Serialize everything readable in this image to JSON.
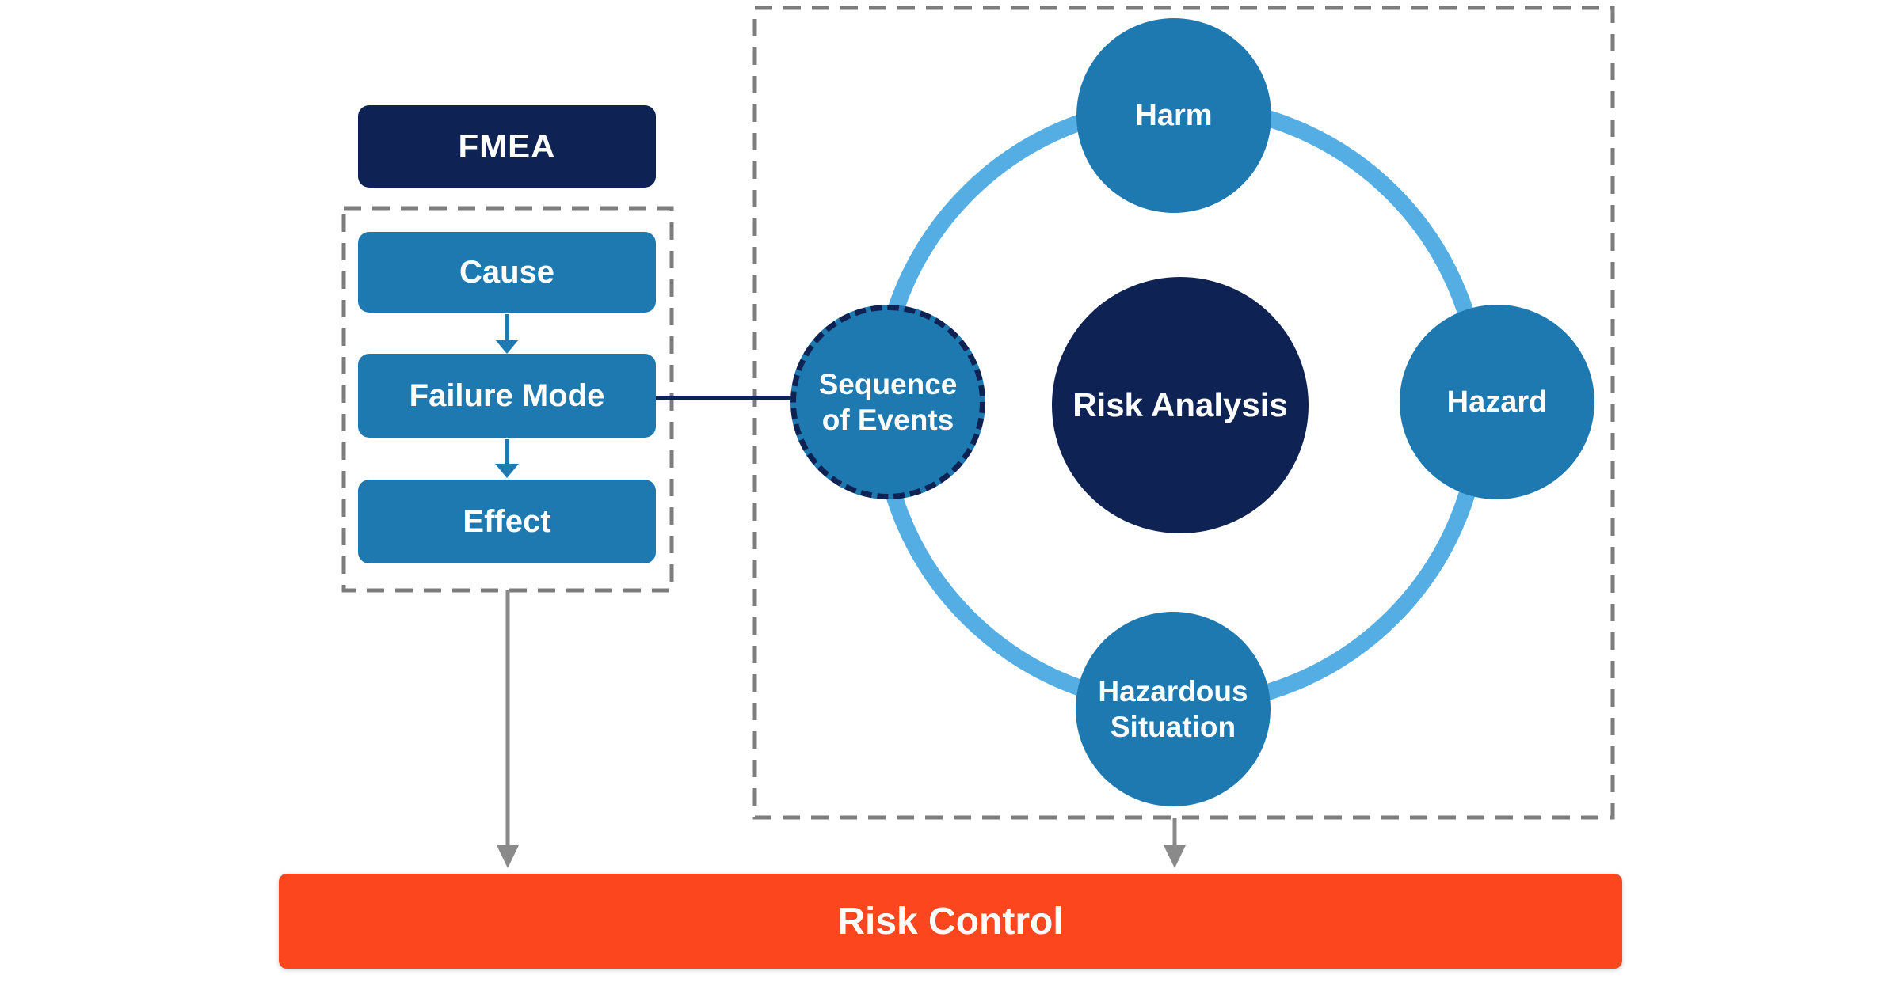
{
  "diagram": {
    "background": "#ffffff",
    "colors": {
      "navy": "#0e2253",
      "blue": "#1e79b0",
      "light_blue_ring": "#55aee3",
      "orange": "#fb461e",
      "dash_gray": "#7d7d7d",
      "arrow_gray": "#8a8a8a",
      "text": "#ffffff"
    }
  },
  "fmea": {
    "title": "FMEA",
    "steps": [
      "Cause",
      "Failure Mode",
      "Effect"
    ]
  },
  "risk_analysis": {
    "center_label": "Risk Analysis",
    "nodes": [
      {
        "id": "harm",
        "label": "Harm"
      },
      {
        "id": "hazard",
        "label": "Hazard"
      },
      {
        "id": "hazardous-situation",
        "label": "Hazardous\nSituation"
      },
      {
        "id": "sequence-of-events",
        "label": "Sequence\nof Events"
      }
    ]
  },
  "risk_control": {
    "label": "Risk Control"
  }
}
